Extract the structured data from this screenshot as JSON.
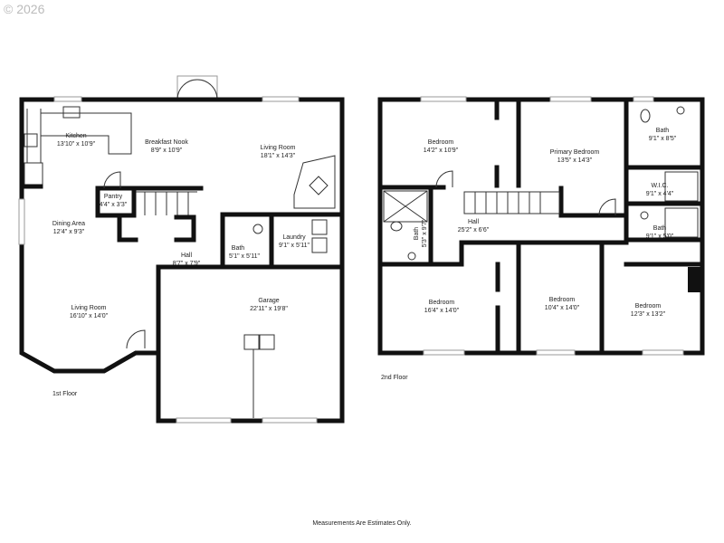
{
  "watermark": "© 2026",
  "first_floor": {
    "label": "1st Floor",
    "rooms": [
      {
        "name": "Kitchen",
        "dims": "13'10\" x 10'9\""
      },
      {
        "name": "Breakfast Nook",
        "dims": "8'9\" x 10'9\""
      },
      {
        "name": "Living Room",
        "dims": "18'1\" x 14'3\""
      },
      {
        "name": "Pantry",
        "dims": "4'4\" x 3'3\""
      },
      {
        "name": "Dining Area",
        "dims": "12'4\" x 9'3\""
      },
      {
        "name": "Hall",
        "dims": "8'7\" x 7'9\""
      },
      {
        "name": "Bath",
        "dims": "5'1\" x 5'11\""
      },
      {
        "name": "Laundry",
        "dims": "9'1\" x 5'11\""
      },
      {
        "name": "Garage",
        "dims": "22'11\" x 19'8\""
      },
      {
        "name": "Living Room",
        "dims": "16'10\" x 14'0\""
      }
    ]
  },
  "second_floor": {
    "label": "2nd Floor",
    "rooms": [
      {
        "name": "Bedroom",
        "dims": "14'2\" x 10'9\""
      },
      {
        "name": "Primary Bedroom",
        "dims": "13'5\" x 14'3\""
      },
      {
        "name": "Bath",
        "dims": "9'1\" x 8'5\""
      },
      {
        "name": "W.I.C.",
        "dims": "9'1\" x 4'4\""
      },
      {
        "name": "Hall",
        "dims": "25'2\" x 6'6\""
      },
      {
        "name": "Bath",
        "dims": "5'3\" x 9'7\""
      },
      {
        "name": "Bath",
        "dims": "9'1\" x 5'0\""
      },
      {
        "name": "Bedroom",
        "dims": "16'4\" x 14'0\""
      },
      {
        "name": "Bedroom",
        "dims": "10'4\" x 14'0\""
      },
      {
        "name": "Bedroom",
        "dims": "12'3\" x 13'2\""
      }
    ]
  },
  "footer_note": "Measurements Are Estimates Only."
}
